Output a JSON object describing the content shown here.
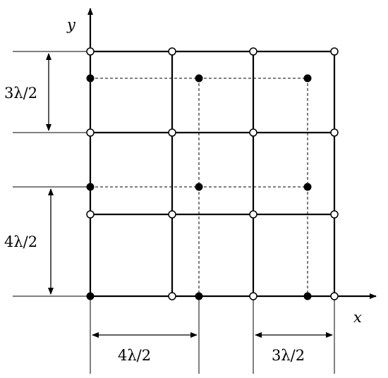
{
  "axes": {
    "x_label": "x",
    "y_label": "y"
  },
  "dimensions": {
    "top_left": "3λ/2",
    "bottom_left": "4λ/2",
    "bottom_middle": "4λ/2",
    "bottom_right": "3λ/2"
  },
  "colors": {
    "stroke": "#000000",
    "open_node_fill": "#ffffff",
    "filled_node_fill": "#000000"
  }
}
